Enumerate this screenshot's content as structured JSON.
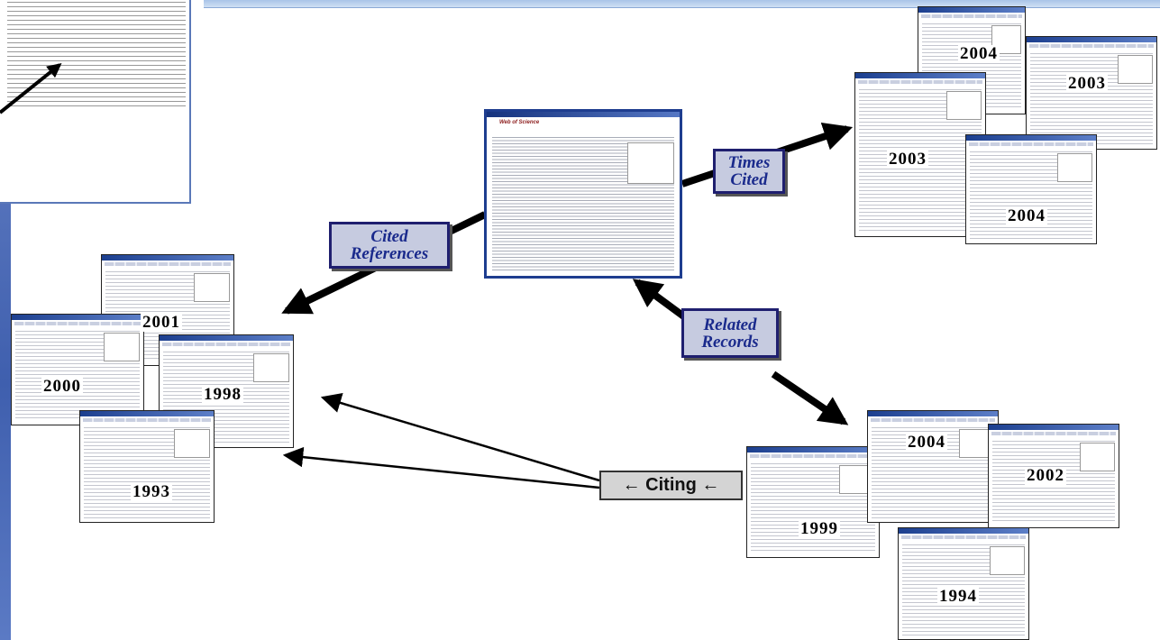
{
  "labels": {
    "times_cited": "Times\nCited",
    "cited_references": "Cited\nReferences",
    "related_records": "Related\nRecords",
    "citing": "← Citing ←"
  },
  "years": {
    "times_cited": [
      "2004",
      "2003",
      "2003",
      "2004"
    ],
    "cited_references": [
      "2001",
      "2000",
      "1998",
      "1993"
    ],
    "related_records": [
      "2004",
      "2002",
      "1999",
      "1994"
    ]
  },
  "main_record": {
    "logo": "Web of Science"
  },
  "colors": {
    "label_fill": "#c6cbe0",
    "label_text": "#1a2a8c",
    "label_border": "#1f1f6f",
    "main_border": "#1e3d8f"
  }
}
